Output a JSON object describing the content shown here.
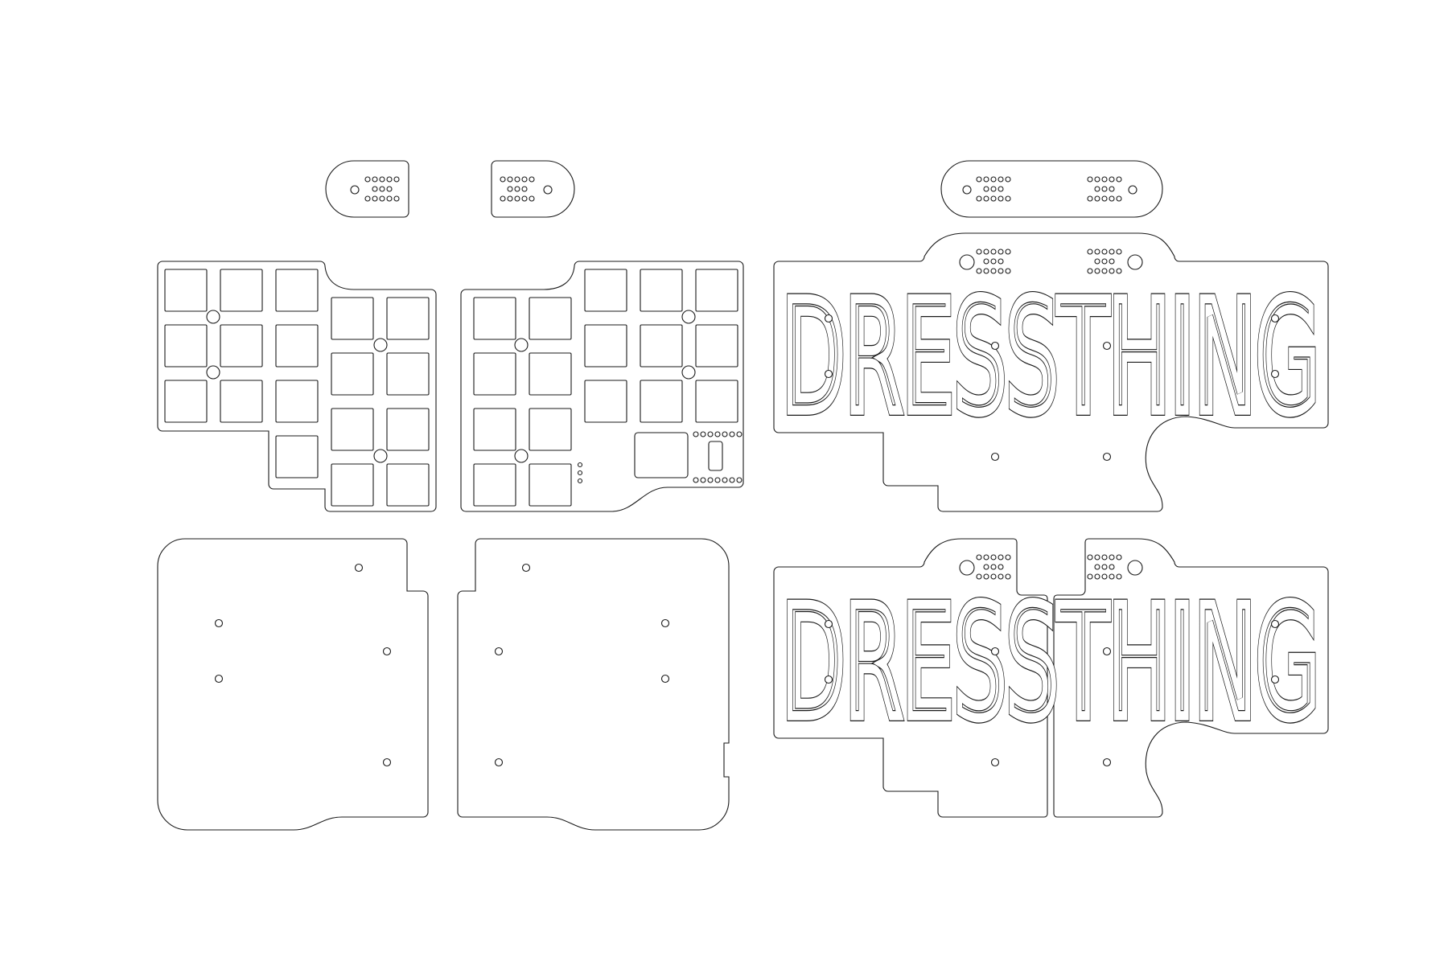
{
  "sheet": {
    "title": "",
    "stroke_color": "#1a1a1a",
    "background": "#ffffff"
  },
  "engraving": {
    "top_plate_text": "DRESSTHING",
    "bottom_plate_text": "DRESSTHING"
  },
  "parts": [
    {
      "name": "left-bridge-tab"
    },
    {
      "name": "right-bridge-tab"
    },
    {
      "name": "center-bridge-tab"
    },
    {
      "name": "left-switch-plate"
    },
    {
      "name": "right-switch-plate"
    },
    {
      "name": "top-case-plate"
    },
    {
      "name": "left-bottom-plate"
    },
    {
      "name": "right-bottom-plate"
    },
    {
      "name": "bottom-case-plate-left-half"
    },
    {
      "name": "bottom-case-plate-right-half"
    }
  ]
}
